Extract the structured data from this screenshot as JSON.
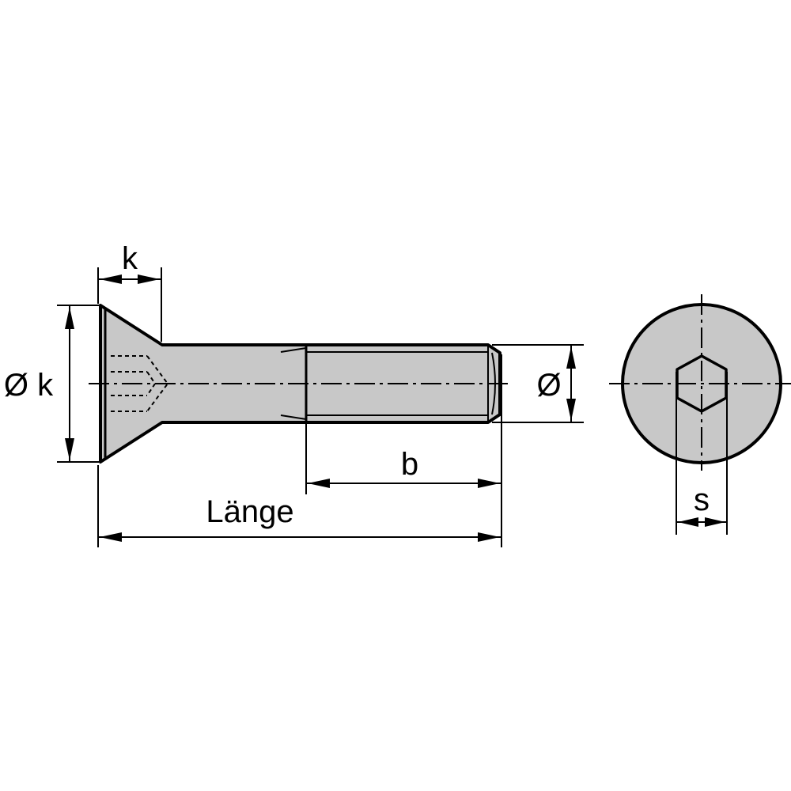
{
  "labels": {
    "head_height": "k",
    "head_diameter": "Ø k",
    "shank_diameter": "Ø",
    "thread_length": "b",
    "length": "Länge",
    "socket_size": "s"
  },
  "colors": {
    "fill": "#c8c8c8",
    "line": "#000000",
    "background": "#ffffff"
  }
}
